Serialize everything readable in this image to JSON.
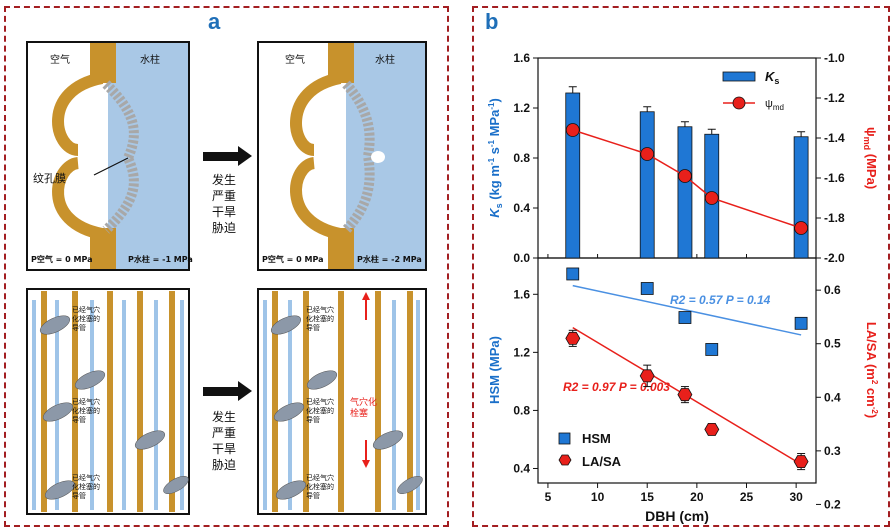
{
  "panel_a": {
    "letter": "a",
    "diagram1": {
      "air_label": "空气",
      "water_label": "水柱",
      "membrane_label": "纹孔膜",
      "p_air": "P空气 = 0 MPa",
      "p_water_before": "P水柱 = -1 MPa",
      "p_water_after": "P水柱 = -2 MPa"
    },
    "arrow_text": [
      "发生",
      "严重",
      "干旱",
      "胁迫"
    ],
    "diagram2": {
      "conduit_label": [
        "已经气穴",
        "化栓塞的",
        "导管"
      ],
      "cavitation_label": [
        "气穴化",
        "栓塞"
      ]
    }
  },
  "panel_b": {
    "letter": "b",
    "colors": {
      "blue": "#1f77d4",
      "red": "#e8201b",
      "blue_text": "#1a6fc9",
      "red_text": "#e8201b"
    }
  },
  "chart_data": [
    {
      "type": "bar",
      "name": "top",
      "x": [
        7.5,
        15,
        18.8,
        21.5,
        30.5
      ],
      "series": [
        {
          "name": "Ks",
          "kind": "bar",
          "axis": "left",
          "values": [
            1.32,
            1.17,
            1.05,
            0.99,
            0.97
          ],
          "errors": [
            0.05,
            0.04,
            0.04,
            0.04,
            0.04
          ]
        },
        {
          "name": "ψmd",
          "kind": "line",
          "axis": "right",
          "values": [
            -1.36,
            -1.48,
            -1.59,
            -1.7,
            -1.85
          ]
        }
      ],
      "ylabel": "Ks (kg m-1 s-1 MPa-1)",
      "y2label": "ψmd (MPa)",
      "ylim": [
        0.0,
        1.6
      ],
      "yticks": [
        "0.0",
        "0.4",
        "0.8",
        "1.2",
        "1.6"
      ],
      "y2lim": [
        -1.0,
        -2.0
      ],
      "y2ticks": [
        "-1.0",
        "-1.2",
        "-1.4",
        "-1.6",
        "-1.8",
        "-2.0"
      ],
      "legend": [
        "Ks",
        "ψmd"
      ],
      "legend_position": "top-right"
    },
    {
      "type": "scatter",
      "name": "bottom",
      "x": [
        7.5,
        15,
        18.8,
        21.5,
        30.5
      ],
      "series": [
        {
          "name": "HSM",
          "axis": "left",
          "values": [
            1.74,
            1.64,
            1.44,
            1.22,
            1.4
          ],
          "fit": [
            1.66,
            1.32
          ]
        },
        {
          "name": "LA/SA",
          "axis": "right",
          "values": [
            0.51,
            0.44,
            0.405,
            0.34,
            0.28
          ],
          "errors": [
            0.015,
            0.02,
            0.015,
            0.01,
            0.015
          ],
          "fit": [
            0.53,
            0.275
          ]
        }
      ],
      "xlabel": "DBH (cm)",
      "xlim": [
        4,
        32
      ],
      "xticks": [
        "5",
        "10",
        "15",
        "20",
        "25",
        "30"
      ],
      "ylabel": "HSM (MPa)",
      "ylim": [
        0.3,
        1.85
      ],
      "yticks": [
        "0.4",
        "0.8",
        "1.2",
        "1.6"
      ],
      "y2label": "LA/SA (m2 cm-2)",
      "y2lim": [
        0.24,
        0.66
      ],
      "y2ticks": [
        "0.2",
        "0.3",
        "0.4",
        "0.5",
        "0.6"
      ],
      "annotations": [
        "R2 = 0.57  P = 0.14",
        "R2 = 0.97  P = 0.003"
      ],
      "legend": [
        "HSM",
        "LA/SA"
      ],
      "legend_position": "bottom-left"
    }
  ]
}
